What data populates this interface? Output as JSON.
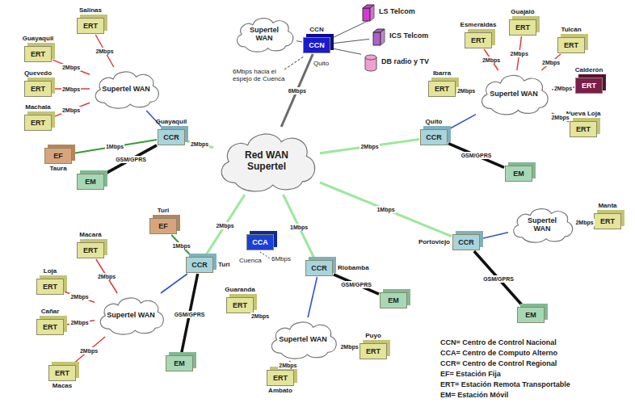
{
  "diagram": {
    "nodes": [
      {
        "text": [
          "Red WAN Supertel"
        ]
      },
      {
        "text": [
          "CCN",
          "CCN"
        ]
      },
      {
        "text": [
          "Supertel WAN"
        ]
      },
      {
        "text": [
          "LS Telcom"
        ]
      },
      {
        "text": [
          "ICS Telcom"
        ]
      },
      {
        "text": [
          "DB radio y TV"
        ]
      },
      {
        "text": [
          "Guayaquil",
          "CCR"
        ]
      },
      {
        "text": [
          "Supertel WAN"
        ]
      },
      {
        "text": [
          "Guayaquil",
          "ERT"
        ]
      },
      {
        "text": [
          "Salinas",
          "ERT"
        ]
      },
      {
        "text": [
          "Quevedo",
          "ERT"
        ]
      },
      {
        "text": [
          "Machala",
          "ERT"
        ]
      },
      {
        "text": [
          "Taura",
          "EF"
        ]
      },
      {
        "text": [
          "EM"
        ]
      },
      {
        "text": [
          "Quito",
          "CCR"
        ]
      },
      {
        "text": [
          "Supertel WAN"
        ]
      },
      {
        "text": [
          "Ibarra",
          "ERT"
        ]
      },
      {
        "text": [
          "Esmeraldas",
          "ERT"
        ]
      },
      {
        "text": [
          "Guajaló",
          "ERT"
        ]
      },
      {
        "text": [
          "Tulcán",
          "ERT"
        ]
      },
      {
        "text": [
          "Calderón",
          "ERT"
        ]
      },
      {
        "text": [
          "Nueva Loja",
          "ERT"
        ]
      },
      {
        "text": [
          "EM"
        ]
      },
      {
        "text": [
          "Portoviejo",
          "CCR"
        ]
      },
      {
        "text": [
          "Supertel WAN"
        ]
      },
      {
        "text": [
          "Manta",
          "ERT"
        ]
      },
      {
        "text": [
          "EM"
        ]
      },
      {
        "text": [
          "Riobamba",
          "CCR"
        ]
      },
      {
        "text": [
          "EM"
        ]
      },
      {
        "text": [
          "Supertel WAN"
        ]
      },
      {
        "text": [
          "Guaranda",
          "ERT"
        ]
      },
      {
        "text": [
          "Ambato",
          "ERT"
        ]
      },
      {
        "text": [
          "Puyo",
          "ERT"
        ]
      },
      {
        "text": [
          "CCA"
        ]
      },
      {
        "text": [
          "Turi",
          "EF"
        ]
      },
      {
        "text": [
          "Turi",
          "CCR"
        ]
      },
      {
        "text": [
          "Supertel WAN"
        ]
      },
      {
        "text": [
          "Macará",
          "ERT"
        ]
      },
      {
        "text": [
          "Loja",
          "ERT"
        ]
      },
      {
        "text": [
          "Cañar",
          "ERT"
        ]
      },
      {
        "text": [
          "Macas",
          "ERT"
        ]
      },
      {
        "text": [
          "EM"
        ]
      }
    ],
    "edges": [
      {
        "from": 1,
        "to": 0,
        "arrow": "none",
        "label": "6Mbps"
      },
      {
        "from": 1,
        "to": 2,
        "arrow": "none"
      },
      {
        "from": 1,
        "to": 3,
        "arrow": "none"
      },
      {
        "from": 1,
        "to": 4,
        "arrow": "none"
      },
      {
        "from": 1,
        "to": 5,
        "arrow": "none"
      },
      {
        "from": 6,
        "to": 0,
        "arrow": "none",
        "label": "2Mbps"
      },
      {
        "from": 6,
        "to": 7,
        "arrow": "none"
      },
      {
        "from": 6,
        "to": 12,
        "arrow": "none",
        "label": "1Mbps"
      },
      {
        "from": 6,
        "to": 13,
        "arrow": "none",
        "label": "GSM/GPRS"
      },
      {
        "from": 7,
        "to": 8,
        "arrow": "none",
        "label": "2Mbps"
      },
      {
        "from": 7,
        "to": 9,
        "arrow": "none",
        "label": "2Mbps"
      },
      {
        "from": 7,
        "to": 10,
        "arrow": "none",
        "label": "2Mbps"
      },
      {
        "from": 7,
        "to": 11,
        "arrow": "none",
        "label": "2Mbps"
      },
      {
        "from": 14,
        "to": 0,
        "arrow": "none",
        "label": "2Mbps"
      },
      {
        "from": 14,
        "to": 15,
        "arrow": "none"
      },
      {
        "from": 14,
        "to": 22,
        "arrow": "none",
        "label": "GSM/GPRS"
      },
      {
        "from": 15,
        "to": 16,
        "arrow": "none",
        "label": "2Mbps"
      },
      {
        "from": 15,
        "to": 17,
        "arrow": "none",
        "label": "2Mbps"
      },
      {
        "from": 15,
        "to": 18,
        "arrow": "none",
        "label": "2Mbps"
      },
      {
        "from": 15,
        "to": 19,
        "arrow": "none",
        "label": "2Mbps"
      },
      {
        "from": 15,
        "to": 20,
        "arrow": "none",
        "label": "2Mbps"
      },
      {
        "from": 15,
        "to": 21,
        "arrow": "none",
        "label": "2Mbps"
      },
      {
        "from": 23,
        "to": 0,
        "arrow": "none",
        "label": "1Mbps"
      },
      {
        "from": 23,
        "to": 24,
        "arrow": "none"
      },
      {
        "from": 23,
        "to": 26,
        "arrow": "none",
        "label": "GSM/GPRS"
      },
      {
        "from": 24,
        "to": 25,
        "arrow": "none",
        "label": "2Mbps"
      },
      {
        "from": 27,
        "to": 0,
        "arrow": "none",
        "label": "1Mbps"
      },
      {
        "from": 27,
        "to": 28,
        "arrow": "none",
        "label": "GSM/GPRS"
      },
      {
        "from": 27,
        "to": 29,
        "arrow": "none"
      },
      {
        "from": 29,
        "to": 30,
        "arrow": "none",
        "label": "2Mbps"
      },
      {
        "from": 29,
        "to": 31,
        "arrow": "none",
        "label": "2Mbps"
      },
      {
        "from": 29,
        "to": 32,
        "arrow": "none",
        "label": "2Mbps"
      },
      {
        "from": 35,
        "to": 0,
        "arrow": "none",
        "label": "2Mbps"
      },
      {
        "from": 35,
        "to": 34,
        "arrow": "none",
        "label": "1Mbps"
      },
      {
        "from": 35,
        "to": 36,
        "arrow": "none"
      },
      {
        "from": 35,
        "to": 41,
        "arrow": "none",
        "label": "GSM/GPRS"
      },
      {
        "from": 36,
        "to": 37,
        "arrow": "none",
        "label": "2Mbps"
      },
      {
        "from": 36,
        "to": 38,
        "arrow": "none",
        "label": "2Mbps"
      },
      {
        "from": 36,
        "to": 39,
        "arrow": "none",
        "label": "2Mbps"
      },
      {
        "from": 36,
        "to": 40,
        "arrow": "none",
        "label": "2Mbps"
      }
    ],
    "labels": [
      "Quito",
      "6Mbps hacia el espejo de Cuenca",
      "Cuenca",
      "6Mbps"
    ],
    "legend": [
      {
        "text": "CCN= Centro de Control Nacional"
      },
      {
        "text": "CCA= Centro de Computo Alterno"
      },
      {
        "text": "CCR= Centro de Control Regional"
      },
      {
        "text": "EF= Estación Fija"
      },
      {
        "text": "ERT= Estación Remota Transportable"
      },
      {
        "text": "EM= Estación Móvil"
      }
    ]
  }
}
